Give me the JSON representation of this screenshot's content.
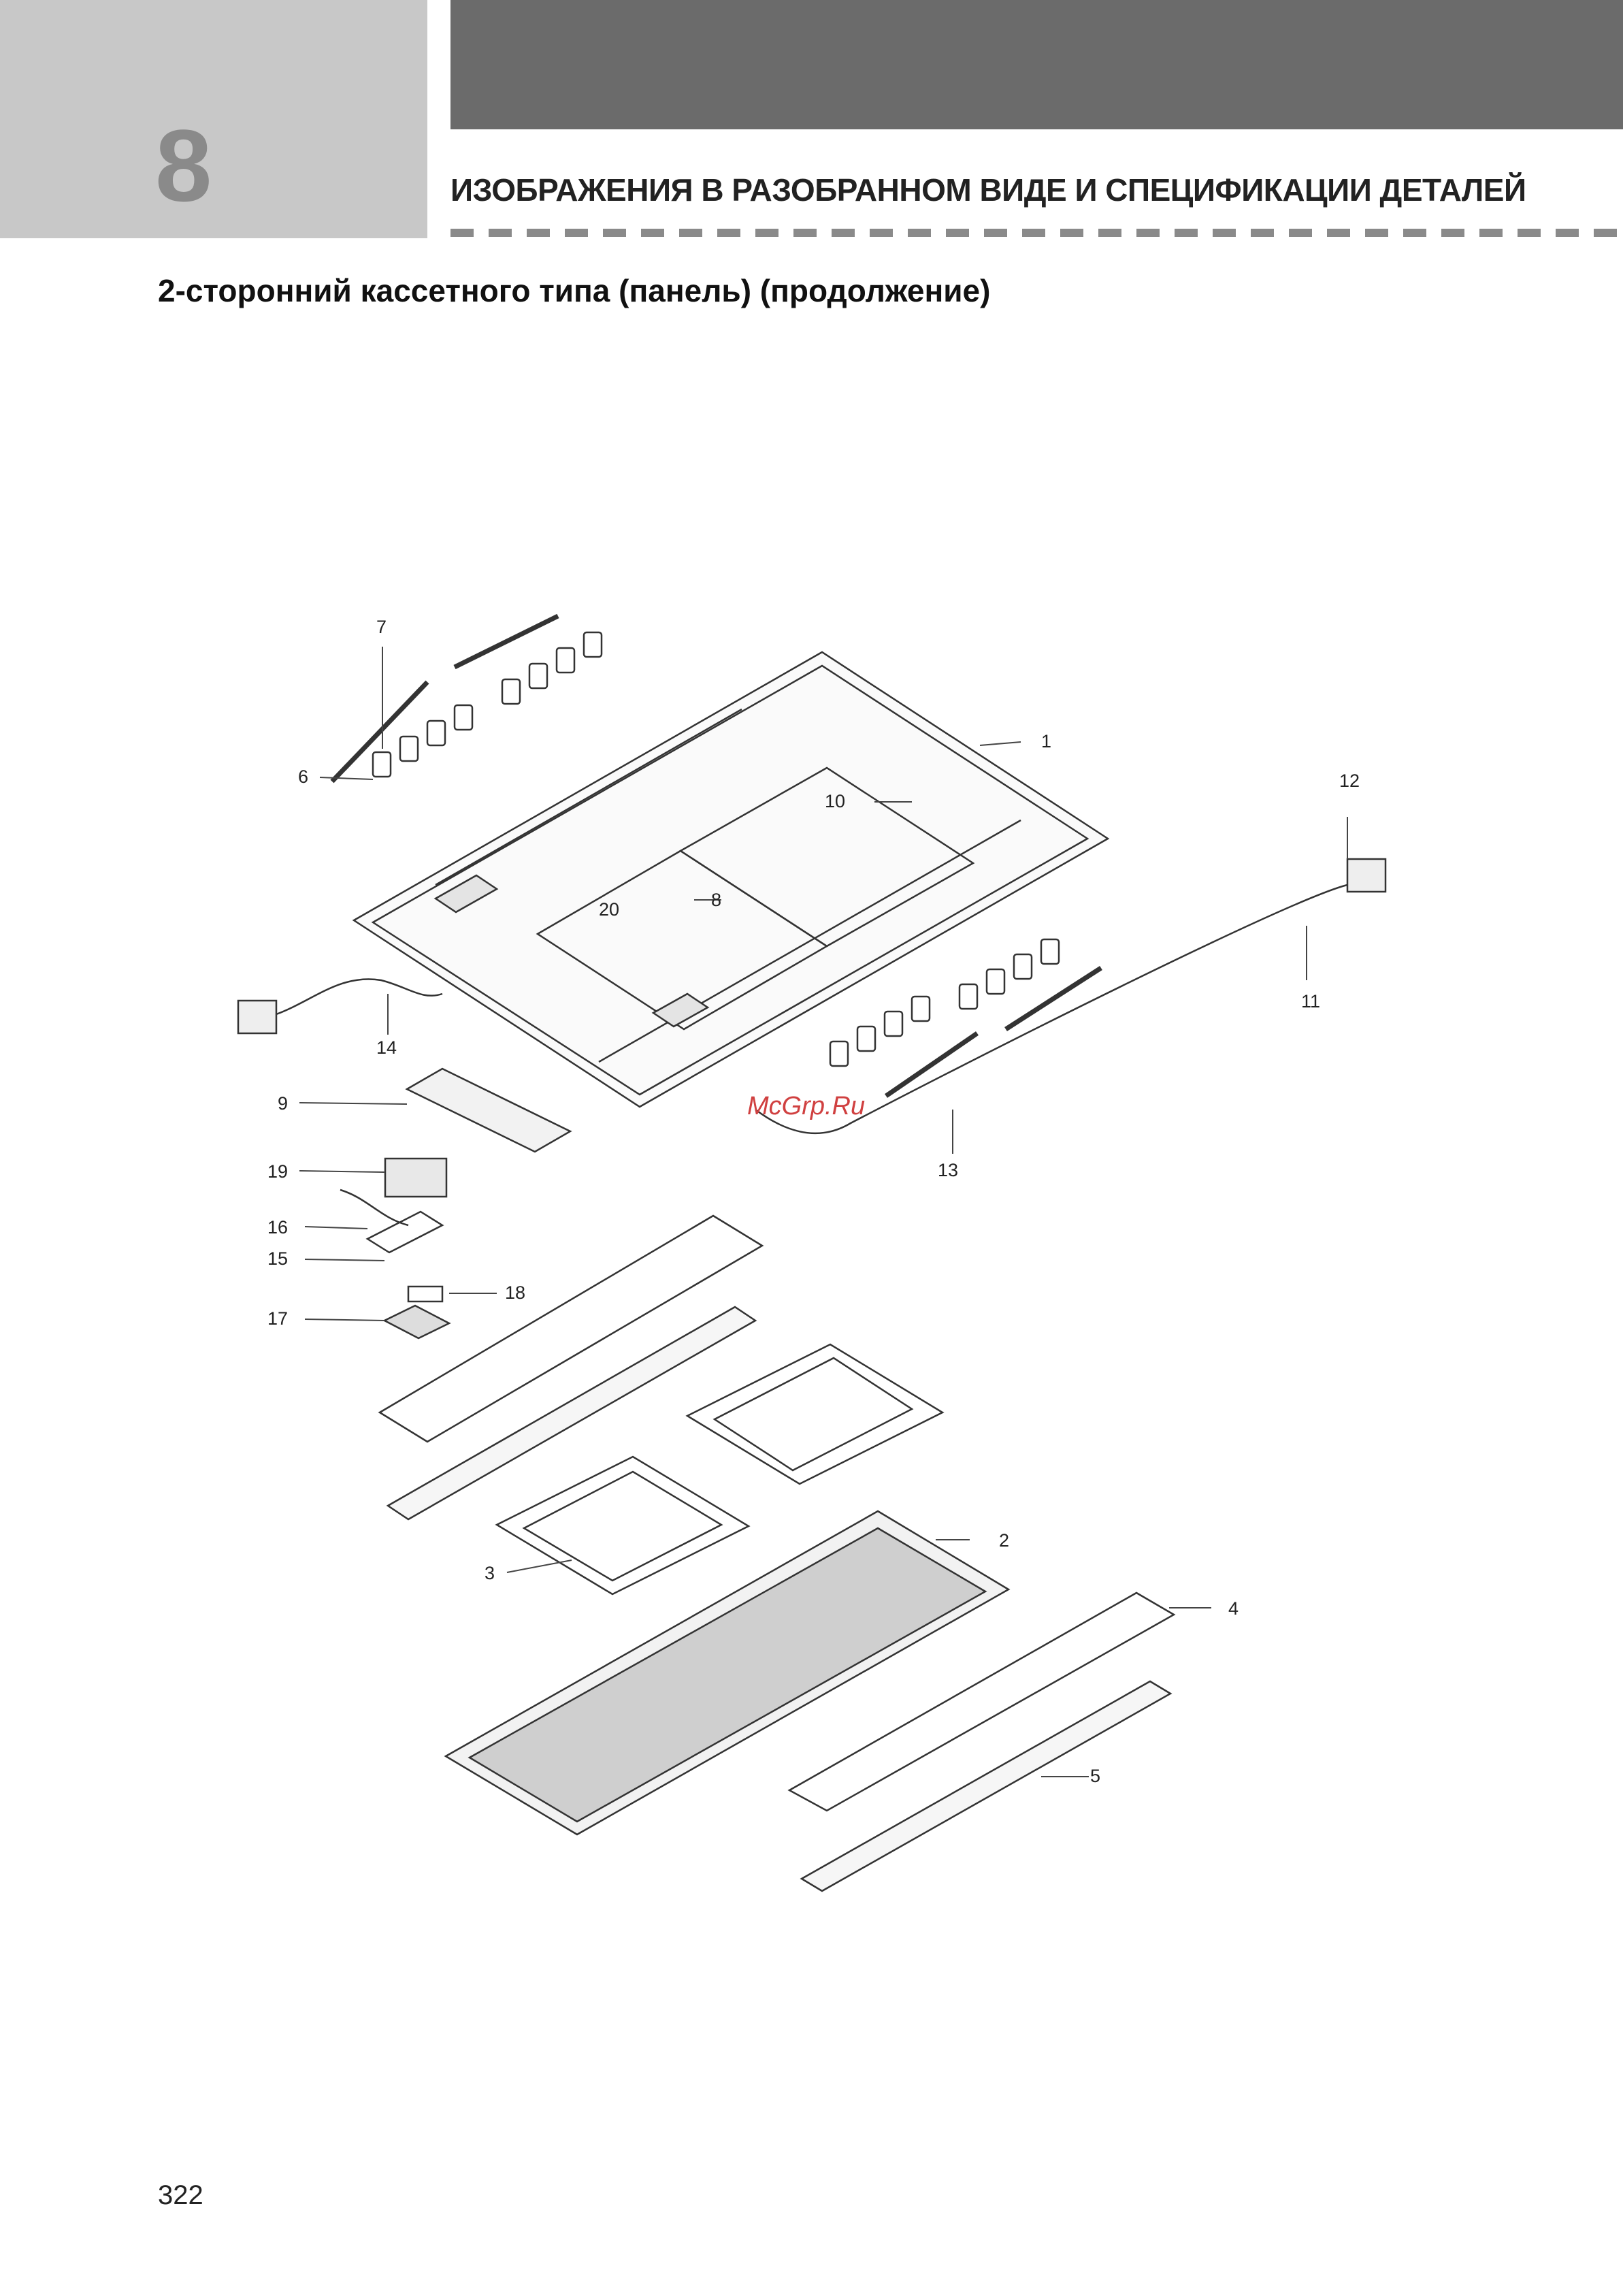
{
  "header": {
    "chapter_number": "8",
    "section_title": "ИЗОБРАЖЕНИЯ В РАЗОБРАННОМ ВИДЕ И СПЕЦИФИКАЦИИ ДЕТАЛЕЙ"
  },
  "subtitle": "2-сторонний кассетного типа (панель) (продолжение)",
  "callouts": {
    "c1": "1",
    "c2": "2",
    "c3": "3",
    "c4": "4",
    "c5": "5",
    "c6": "6",
    "c7": "7",
    "c8": "8",
    "c9": "9",
    "c10": "10",
    "c11": "11",
    "c12": "12",
    "c13": "13",
    "c14": "14",
    "c15": "15",
    "c16": "16",
    "c17": "17",
    "c18": "18",
    "c19": "19",
    "c20": "20"
  },
  "watermark": "McGrp.Ru",
  "footer": {
    "page_number": "322"
  }
}
